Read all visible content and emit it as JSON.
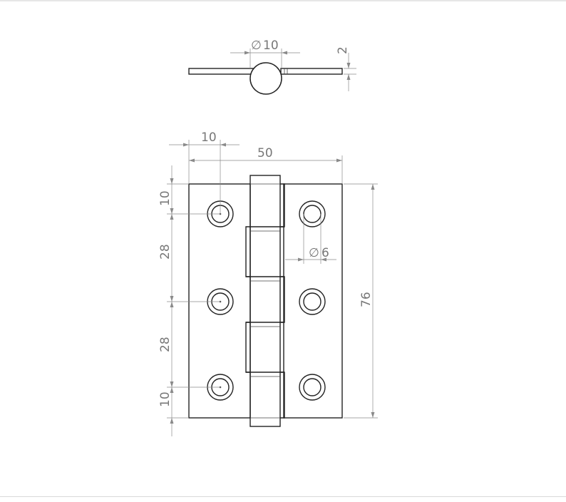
{
  "drawing": {
    "top_view": {
      "pin_diameter_label": "10",
      "leaf_thickness_label": "2"
    },
    "front_view": {
      "hole_offset_label": "10",
      "overall_width_label": "50",
      "top_margin_label": "10",
      "upper_pitch_label": "28",
      "lower_pitch_label": "28",
      "bottom_margin_label": "10",
      "overall_height_label": "76",
      "hole_diameter_label": "6"
    }
  },
  "colors": {
    "outline": "#222222",
    "dimension": "#8a8a8a",
    "dimension_text": "#777777"
  },
  "symbols": {
    "diameter": "∅"
  }
}
